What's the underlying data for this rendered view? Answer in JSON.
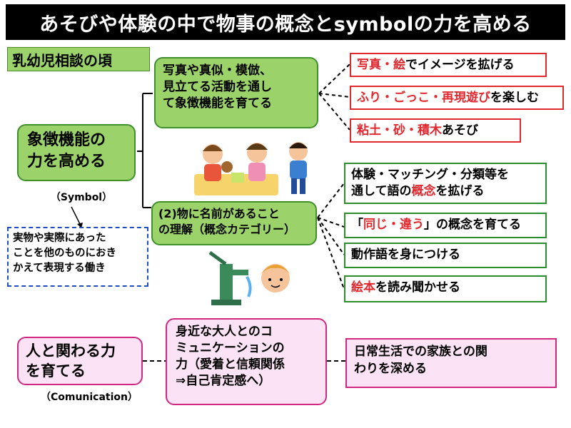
{
  "title": "あそびや体験の中で物事の概念とsymbolの力を高める",
  "section_label": "乳幼児相談の頃",
  "symbol": {
    "main_line1": "象徴機能の",
    "main_line2": "力を高める",
    "caption": "（Symbol）",
    "definition": [
      "実物や実際にあった",
      "ことを他のものにおき",
      "かえて表現する働き"
    ]
  },
  "upper_node": {
    "lines": [
      "写真や真似・模倣、",
      "見立てる活動を通し",
      "て象徴機能を育てる"
    ]
  },
  "upper_leaves": [
    {
      "red": "写真・絵",
      "black": "でイメージを拡げる"
    },
    {
      "red": "ふり・ごっこ・再現遊び",
      "black": "を楽しむ"
    },
    {
      "red": "粘土・砂・積木",
      "black": "あそび"
    }
  ],
  "lower_node": {
    "lines": [
      "(2)物に名前があること",
      "の理解（概念カテゴリー）"
    ]
  },
  "lower_leaves": {
    "leaf1_line1": "体験・マッチング・分類等を",
    "leaf1_line2_pre": "通して語の",
    "leaf1_line2_red": "概念",
    "leaf1_line2_post": "を拡げる",
    "leaf2_pre": "「",
    "leaf2_red": "同じ・違う",
    "leaf2_post": "」の概念を育てる",
    "leaf3": "動作語を身につける",
    "leaf4_red": "絵本",
    "leaf4_post": "を読み聞かせる"
  },
  "communication": {
    "main_line1": "人と関わる力",
    "main_line2": "を育てる",
    "caption": "（Comunication）",
    "middle": [
      "身近な大人とのコ",
      "ミュニケーションの",
      "力（愛着と信頼関係",
      "⇒自己肯定感へ）"
    ],
    "right": [
      "日常生活での家族との関",
      "わりを深める"
    ]
  },
  "colors": {
    "green_fill": "#9BD36A",
    "red_accent": "#e0282e",
    "pink_fill": "#fbe3f5",
    "pink_border": "#d02880",
    "dashed_blue": "#1f4fbf"
  }
}
